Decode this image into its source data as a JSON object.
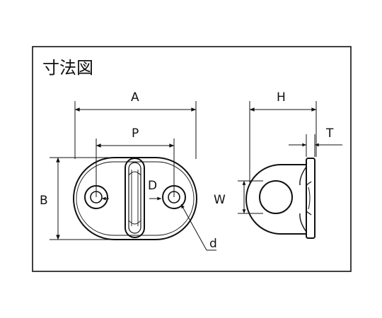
{
  "title": "寸法図",
  "dimensions": {
    "A": "A",
    "P": "P",
    "B": "B",
    "D": "D",
    "d": "d",
    "H": "H",
    "T": "T",
    "W": "W"
  }
}
